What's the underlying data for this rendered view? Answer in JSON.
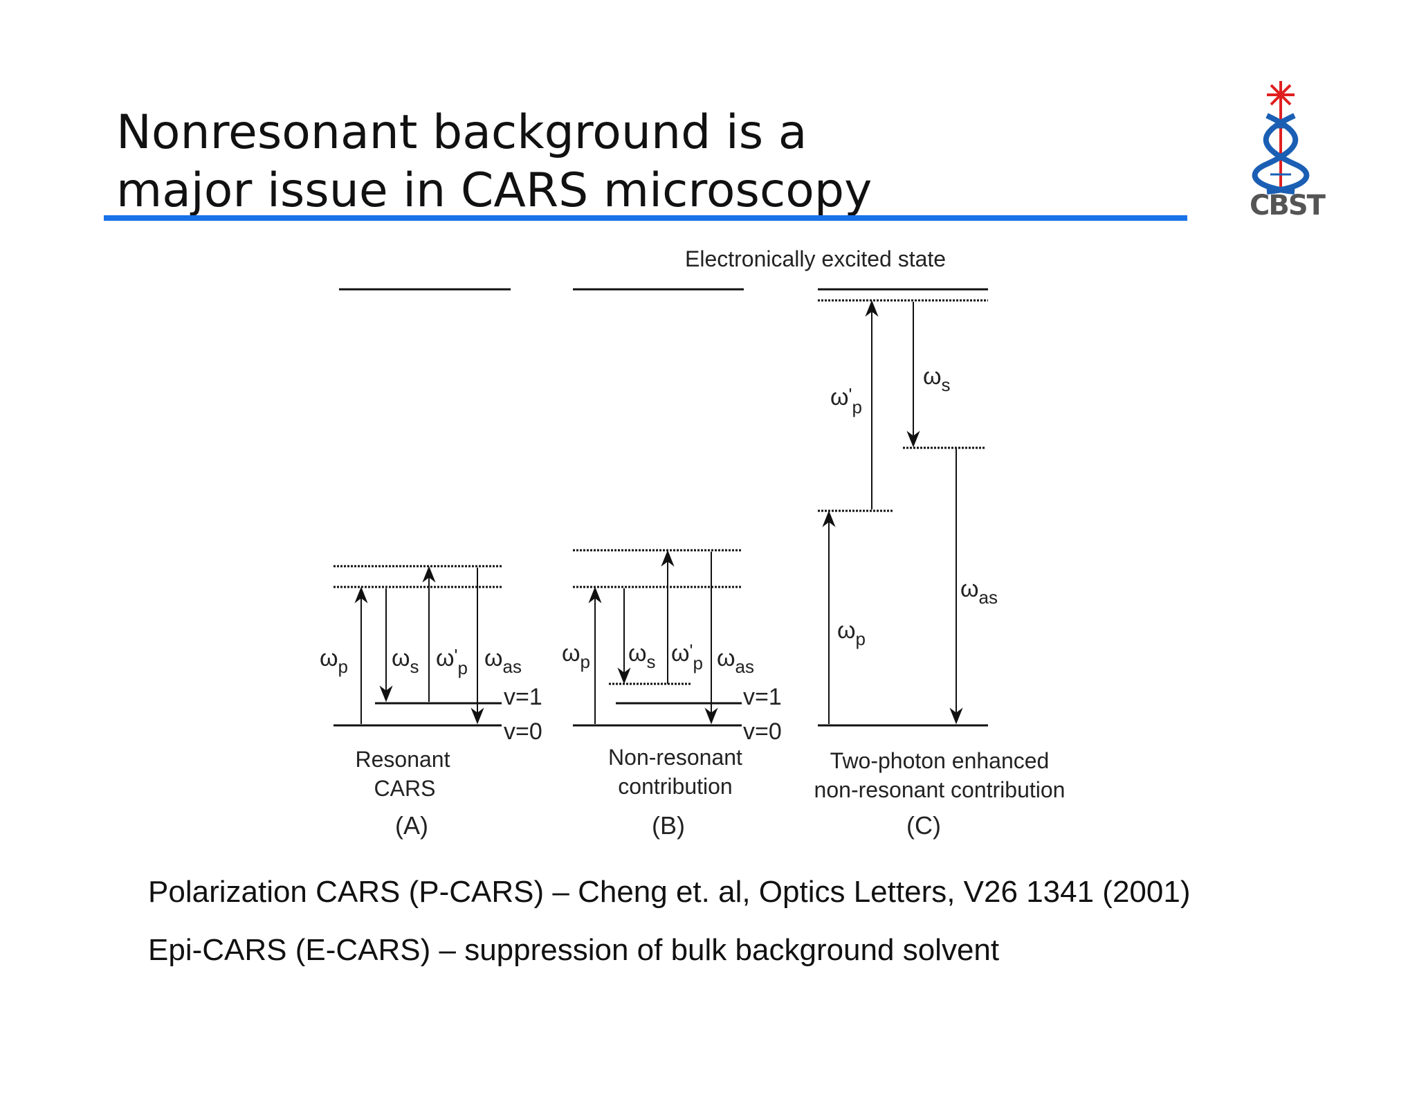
{
  "title": {
    "line1": "Nonresonant background is a",
    "line2": "major issue in CARS microscopy"
  },
  "logo": {
    "text": "CBST",
    "icon": "cbst-dna-laser-logo",
    "accent": "#1a73e8",
    "star": "#e02020"
  },
  "diagram": {
    "excited_state_label": "Electronically excited state",
    "omega": "ω",
    "sub_p": "p",
    "sub_s": "s",
    "sub_as": "as",
    "prime": "'",
    "v1": "v=1",
    "v0": "v=0",
    "panel_a": {
      "line1": "Resonant",
      "line2": "CARS",
      "letter": "(A)"
    },
    "panel_b": {
      "line1": "Non-resonant",
      "line2": "contribution",
      "letter": "(B)"
    },
    "panel_c": {
      "line1": "Two-photon enhanced",
      "line2": "non-resonant contribution",
      "letter": "(C)"
    }
  },
  "references": [
    "Polarization CARS (P-CARS) – Cheng et. al, Optics Letters, V26 1341 (2001)",
    "Epi-CARS (E-CARS) – suppression of bulk background solvent"
  ]
}
